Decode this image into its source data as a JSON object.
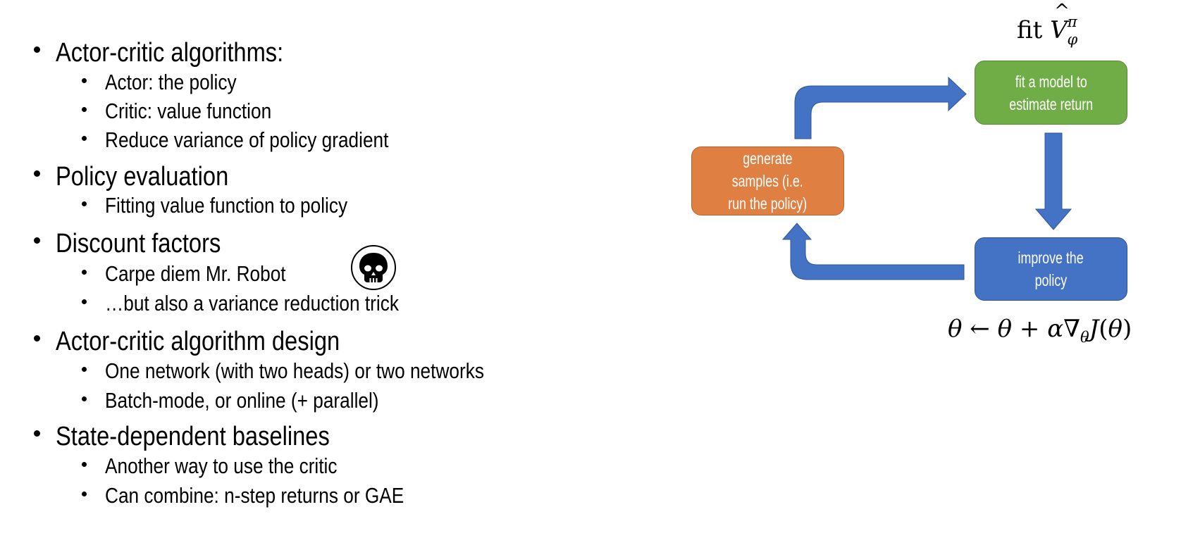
{
  "slide": {
    "bullets": [
      {
        "text": "Actor-critic algorithms:",
        "children": [
          "Actor: the policy",
          "Critic: value function",
          "Reduce variance of policy gradient"
        ]
      },
      {
        "text": "Policy evaluation",
        "children": [
          "Fitting value function to policy"
        ]
      },
      {
        "text": "Discount factors",
        "children": [
          "Carpe diem Mr. Robot",
          "…but also a variance reduction trick"
        ]
      },
      {
        "text": "Actor-critic algorithm design",
        "children": [
          "One network (with two heads) or two networks",
          "Batch-mode, or online (+ parallel)"
        ]
      },
      {
        "text": "State-dependent baselines",
        "children": [
          "Another way to use the critic",
          "Can combine: n-step returns or GAE"
        ]
      }
    ],
    "icons": {
      "skull": "skull-icon"
    }
  },
  "diagram": {
    "boxes": {
      "generate": {
        "label_lines": [
          "generate",
          "samples (i.e.",
          "run the policy)"
        ],
        "color": "#E07F42"
      },
      "fit": {
        "label_lines": [
          "fit a model to",
          "estimate return"
        ],
        "color": "#70AD47"
      },
      "improve": {
        "label_lines": [
          "improve the",
          "policy"
        ],
        "color": "#4472C4"
      }
    },
    "arrow_color": "#4472C4",
    "fit_label": {
      "prefix": "fit",
      "symbol": "V",
      "superscript": "π",
      "subscript": "φ"
    },
    "equation": {
      "lhs": "θ",
      "arrow": "←",
      "rhs_theta": "θ",
      "plus": "+",
      "alpha": "α",
      "nabla": "∇",
      "nabla_sub": "θ",
      "J": "J",
      "open": "(",
      "arg": "θ",
      "close": ")"
    }
  }
}
